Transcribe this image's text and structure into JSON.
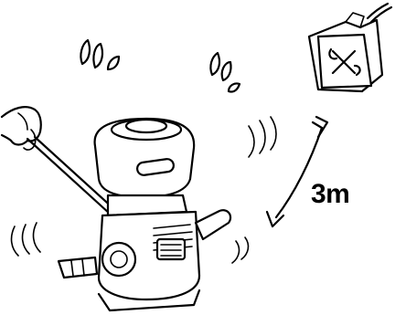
{
  "distance": {
    "label": "3m",
    "value": 3,
    "unit": "m"
  },
  "icons": {
    "canister": "fuel-canister-icon",
    "hazard": "x-mark-icon",
    "sprayer": "backpack-sprayer-icon",
    "hand": "hand-icon",
    "arrow": "double-arrow-icon"
  }
}
